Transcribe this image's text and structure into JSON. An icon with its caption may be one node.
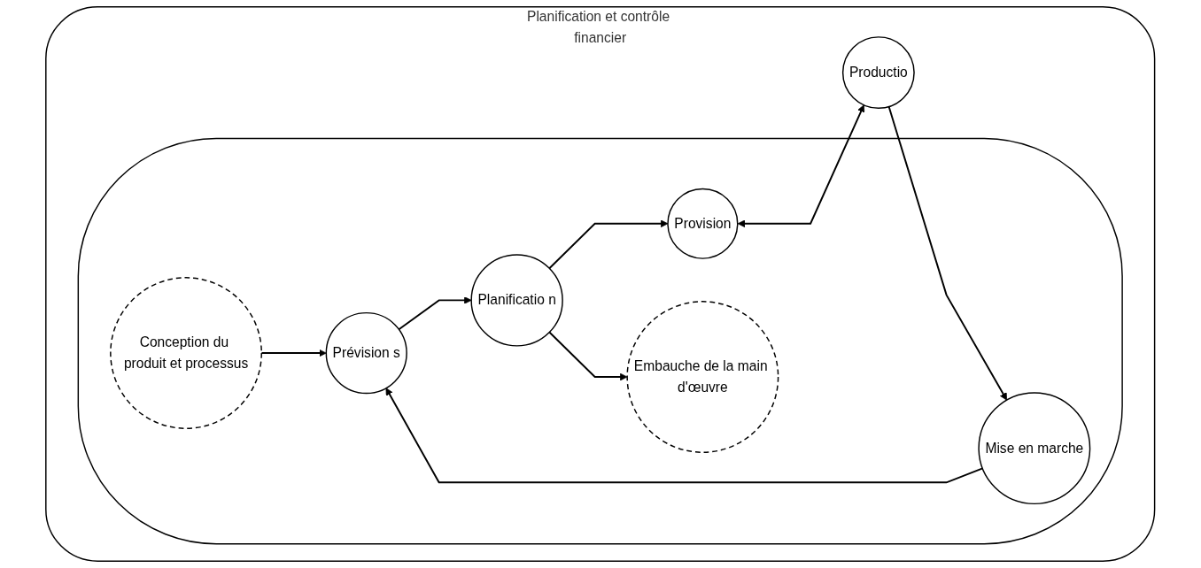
{
  "diagram": {
    "nodes": [
      {
        "text": [
          "Planification et contrôle financier"
        ]
      },
      {
        "text": [],
        "shape": "ellipse",
        "in": 0
      },
      {
        "text": [
          "Prévision s"
        ],
        "in": 1
      },
      {
        "text": [
          "Conception du produit et processus"
        ],
        "in": 1
      },
      {
        "text": [
          "Planificatio n"
        ],
        "in": 1
      },
      {
        "text": [
          "Provision"
        ],
        "in": 1
      },
      {
        "text": [
          "Embauche de la main d'œuvre"
        ],
        "in": 1
      },
      {
        "text": [
          "Mise en marche"
        ],
        "in": 1
      },
      {
        "text": [
          "Productio"
        ],
        "in": 0
      }
    ],
    "edges": [
      {
        "from": 3,
        "to": 2,
        "arrow": "to"
      },
      {
        "from": 2,
        "to": 4,
        "arrow": "to"
      },
      {
        "from": 4,
        "to": 5,
        "arrow": "to"
      },
      {
        "from": 4,
        "to": 6,
        "arrow": "to"
      },
      {
        "from": 5,
        "to": 8,
        "arrow": "both"
      },
      {
        "from": 8,
        "to": 7,
        "arrow": "to"
      },
      {
        "from": 7,
        "to": 2,
        "arrow": "to"
      }
    ]
  }
}
